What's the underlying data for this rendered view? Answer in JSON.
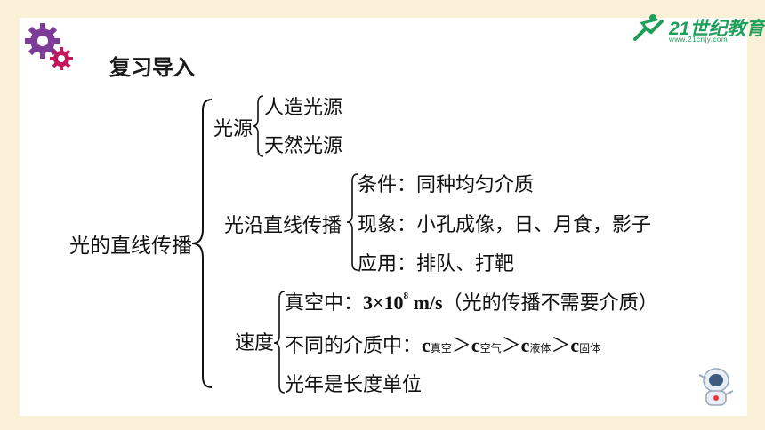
{
  "logo": {
    "brand": "21世纪教育",
    "url": "www.21cnjy.com"
  },
  "title": "复习导入",
  "root": "光的直线传播",
  "branches": {
    "light_source": {
      "label": "光源",
      "items": [
        "人造光源",
        "天然光源"
      ]
    },
    "propagation": {
      "label": "光沿直线传播",
      "items": [
        "条件：同种均匀介质",
        "现象：小孔成像，日、月食，影子",
        "应用：排队、打靶"
      ]
    },
    "speed": {
      "label": "速度",
      "vacuum": {
        "prefix": "真空中：",
        "base": "3×10",
        "exp": "8",
        "unit": " m/s",
        "note": "（光的传播不需要介质）"
      },
      "media": {
        "prefix": "不同的介质中：",
        "c": "c",
        "gt": "＞",
        "subs": [
          "真空",
          "空气",
          "液体",
          "固体"
        ]
      },
      "lightyear": "光年是长度单位"
    }
  },
  "colors": {
    "background": "#faefd7",
    "brand_green": "#1f9e5a",
    "gear_purple": "#7d3c98",
    "gear_magenta": "#c2185b"
  }
}
